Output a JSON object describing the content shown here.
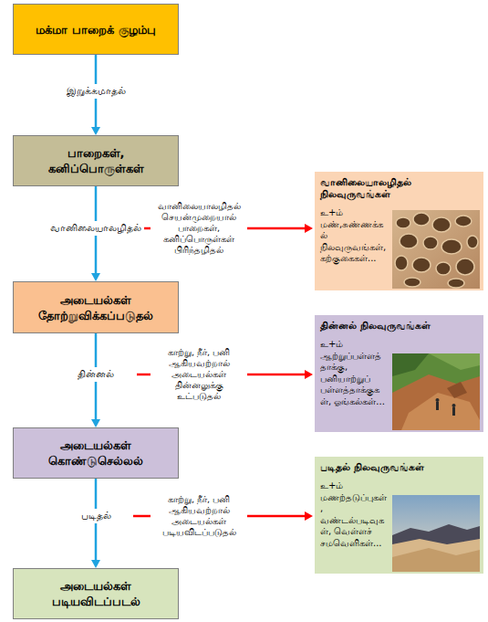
{
  "diagram": {
    "nodes": [
      {
        "text": [
          "மக்மா பாறைக் குழம்பு"
        ]
      },
      {
        "text": [
          "பாறைகள், கனிப்பொருள்கள்"
        ]
      },
      {
        "text": [
          "அடையல்கள் தோற்றுவிக்கப்படுதல்"
        ]
      },
      {
        "text": [
          "அடையல்கள் கொண்டுசெல்லல்"
        ]
      },
      {
        "text": [
          "அடையல்கள் படியவிடப்படல்"
        ]
      },
      {
        "text": [
          "வானிலையாலழிதல் நிலவுருவங்கள்",
          "உ+ம் மண்,சுண்ணக்கல் நிலவுருவங்கள், கற்குகைகள்..."
        ]
      },
      {
        "text": [
          "தின்னல் நிலவுருவங்கள்",
          "உ+ம் ஆற்றுப்பள்ளத்தாக்கு, பனியாற்றுப் பள்ளத்தாக்குகள், ஓங்கல்கள்..."
        ]
      },
      {
        "text": [
          "படிதல் நிலவுருவங்கள்",
          "உ+ம் மணற்தடுப்புகள், வண்டல்படிவுகள், வெள்ளச் சமவெளிகள்..."
        ]
      }
    ],
    "edges": [
      {
        "from": 0,
        "to": 1,
        "label": "இறுக்கமாதல்",
        "arrow": "to"
      },
      {
        "from": 1,
        "to": 2,
        "label": "வானிலையாலழிதல்",
        "arrow": "to"
      },
      {
        "from": 2,
        "to": 3,
        "label": "தின்னல்",
        "arrow": "to"
      },
      {
        "from": 3,
        "to": 4,
        "label": "படிதல்",
        "arrow": "to"
      }
    ],
    "labels": [
      "வானிலையாலழிதல் செயன்முறையால் பாறைகள், கனிப்பொருள்கள் பிரிந்தழிதல்",
      "காற்று, நீர், பனி ஆகியவற்றால் அடையல்கள் தின்னலுக்கு உட்படுதல்",
      "காற்று, நீர், பனி ஆகியவற்றால் அடையல்கள் படியவிடப்படுதல்"
    ]
  }
}
